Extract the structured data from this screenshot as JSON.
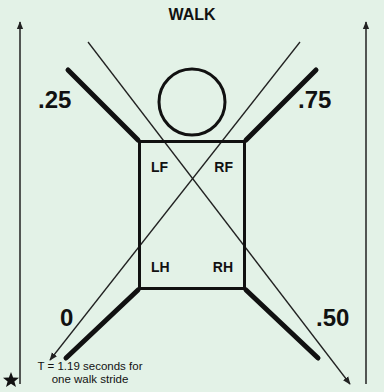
{
  "diagram": {
    "title": "WALK",
    "nodes": [
      {
        "text": [
          "LF",
          "RF",
          "LH",
          "RH"
        ]
      }
    ],
    "edges": [],
    "labels": [
      ".25",
      ".75",
      "0",
      ".50",
      "T = 1.19 seconds for one walk stride"
    ]
  }
}
